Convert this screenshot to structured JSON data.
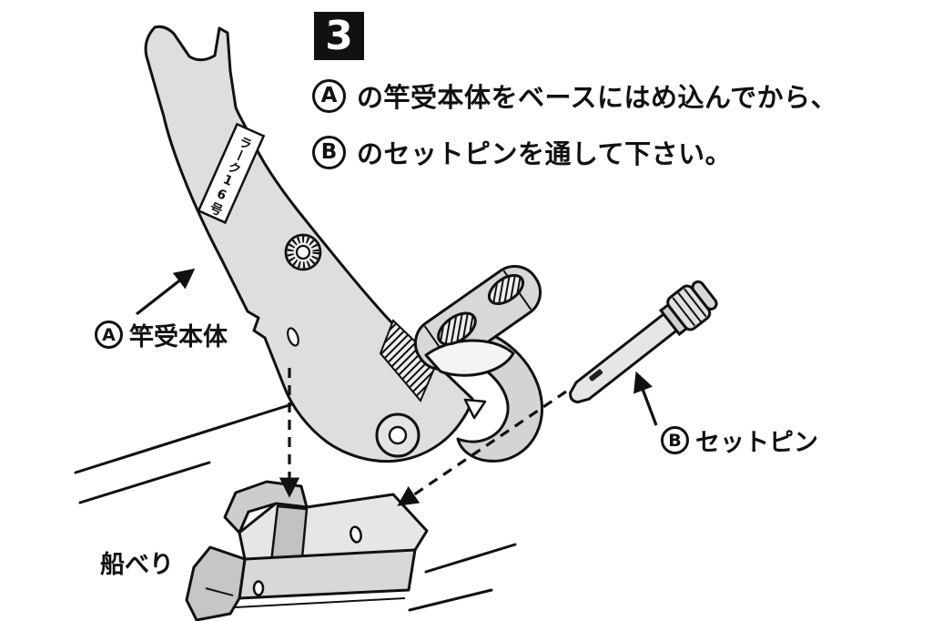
{
  "step_number": "3",
  "instructions": {
    "line1": {
      "marker": "A",
      "text": "の竿受本体をベースにはめ込んでから、"
    },
    "line2": {
      "marker": "B",
      "text": "のセットピンを通して下さい。"
    }
  },
  "labels": {
    "part_a": {
      "marker": "A",
      "text": "竿受本体"
    },
    "part_b": {
      "marker": "B",
      "text": "セットピン"
    },
    "base": {
      "text": "船べり"
    },
    "sticker": {
      "text": "ラーク16号"
    }
  },
  "colors": {
    "ink": "#111111",
    "badge_bg": "#111111",
    "metal_light": "#e6e6e6",
    "metal_mid": "#d4d4d4",
    "paper": "#ffffff"
  }
}
